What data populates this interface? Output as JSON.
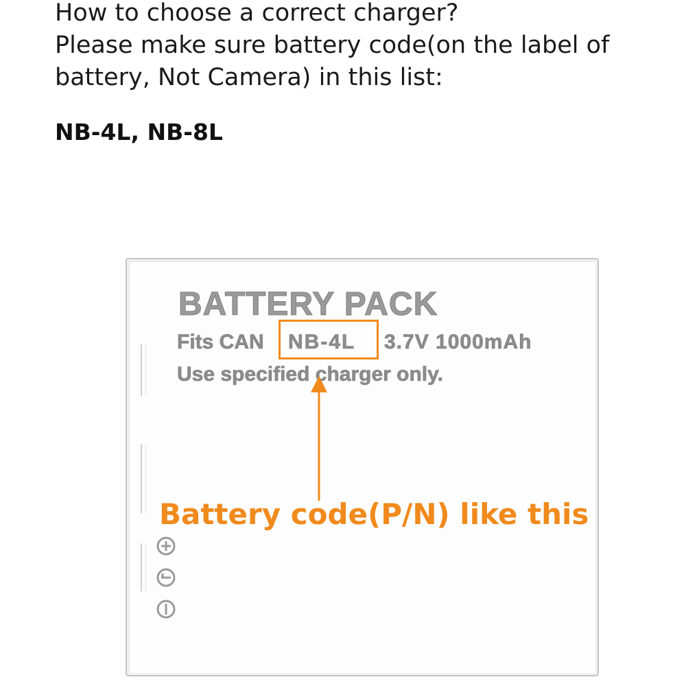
{
  "intro": {
    "line1": "How to choose a correct charger?",
    "line2": "Please make sure battery code(on the label of",
    "line3": "battery, Not Camera) in this list:"
  },
  "compatible_codes": "NB-4L, NB-8L",
  "battery_label": {
    "title": "BATTERY PACK",
    "fits_prefix": "Fits CAN",
    "code": "NB-4L",
    "specs": "3.7V  1000mAh",
    "warning": "Use specified charger only."
  },
  "callout": "Battery code(P/N) like this",
  "terminals": [
    "plus-terminal-icon",
    "minus-terminal-icon",
    "info-terminal-icon"
  ],
  "colors": {
    "accent": "#f08a1c",
    "label_text": "#8c8c8c",
    "battery_border": "#c4c4c4"
  }
}
